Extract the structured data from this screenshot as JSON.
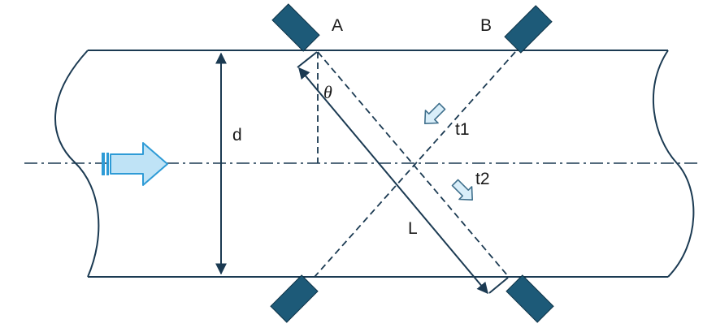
{
  "labels": {
    "sensor_a": "A",
    "sensor_b": "B",
    "diameter": "d",
    "angle": "θ",
    "path_length": "L",
    "time_1": "t1",
    "time_2": "t2"
  },
  "colors": {
    "line": "#1b3a52",
    "sensor": "#1d5a78",
    "arrow_fill": "#bfe3f6",
    "arrow_stroke": "#2e9bd6",
    "small_arrow_fill": "#d9eef9",
    "small_arrow_stroke": "#3f6f8c"
  },
  "icons": {
    "flow_arrow": "flow-direction-arrow",
    "pulse_arrow": "signal-direction-arrow",
    "sensor": "ultrasonic-transducer"
  }
}
